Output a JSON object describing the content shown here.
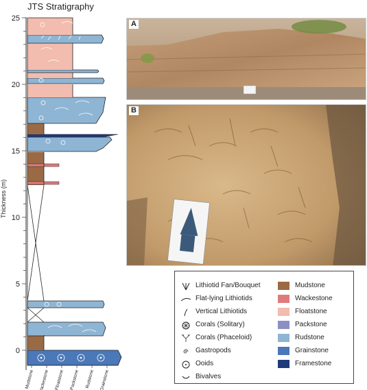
{
  "title": "JTS Stratigraphy",
  "yaxis": {
    "label": "Thickness (m)",
    "ticks": [
      "25",
      "20",
      "15",
      "10",
      "5",
      "0"
    ]
  },
  "xaxis": {
    "labels": [
      "Mudstone",
      "Wackestone",
      "Floatstone",
      "Packstone",
      "Rudstone",
      "Grainstone"
    ]
  },
  "photos": [
    {
      "label": "A"
    },
    {
      "label": "B"
    }
  ],
  "legend": {
    "symbols": [
      {
        "label": "Lithiotid Fan/Bouquet",
        "icon": "lithiotid-fan-icon"
      },
      {
        "label": "Flat-lying Lithiotids",
        "icon": "flat-lithiotid-icon"
      },
      {
        "label": "Vertical Lithiotids",
        "icon": "vertical-lithiotid-icon"
      },
      {
        "label": "Corals (Solitary)",
        "icon": "coral-solitary-icon"
      },
      {
        "label": "Corals (Phaceloid)",
        "icon": "coral-phaceloid-icon"
      },
      {
        "label": "Gastropods",
        "icon": "gastropod-icon"
      },
      {
        "label": "Ooids",
        "icon": "ooid-icon"
      },
      {
        "label": "Bivalves",
        "icon": "bivalve-icon"
      }
    ],
    "lithologies": [
      {
        "label": "Mudstone",
        "color": "#9a6a45"
      },
      {
        "label": "Wackestone",
        "color": "#e07b7b"
      },
      {
        "label": "Floatstone",
        "color": "#f2bcae"
      },
      {
        "label": "Packstone",
        "color": "#8c8ec4"
      },
      {
        "label": "Rudstone",
        "color": "#8fb5d4"
      },
      {
        "label": "Grainstone",
        "color": "#4a78b8"
      },
      {
        "label": "Framestone",
        "color": "#1f3a7a"
      }
    ]
  }
}
